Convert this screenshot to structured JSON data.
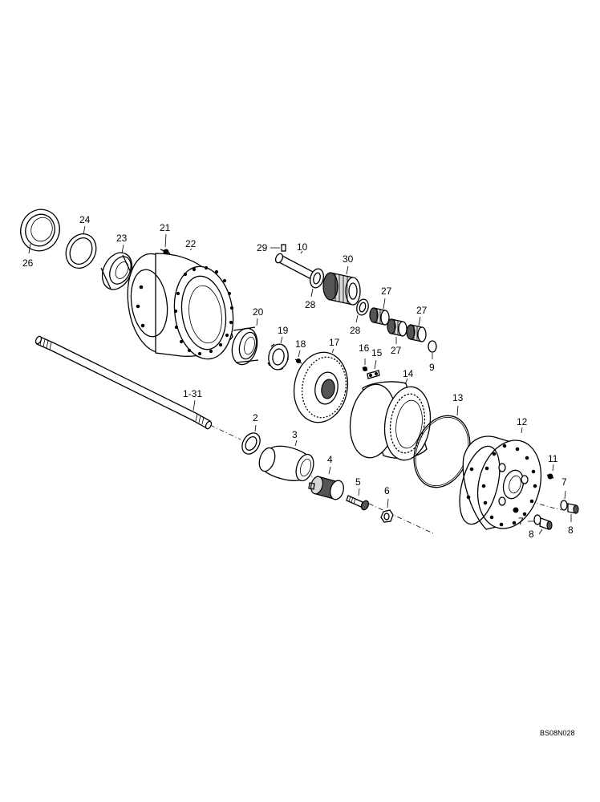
{
  "diagram_code": "BS08N028",
  "callouts": {
    "c26": "26",
    "c24": "24",
    "c23": "23",
    "c21": "21",
    "c22": "22",
    "c29": "29",
    "c10": "10",
    "c30": "30",
    "c28a": "28",
    "c28b": "28",
    "c27a": "27",
    "c27b": "27",
    "c27c": "27",
    "c9": "9",
    "c20": "20",
    "c19": "19",
    "c18": "18",
    "c17": "17",
    "c16": "16",
    "c15": "15",
    "c14": "14",
    "c13": "13",
    "c12": "12",
    "c131": "1-31",
    "c2": "2",
    "c3": "3",
    "c4": "4",
    "c5": "5",
    "c6": "6",
    "c11": "11",
    "c7a": "7",
    "c7b": "7",
    "c8a": "8",
    "c8b": "8"
  }
}
